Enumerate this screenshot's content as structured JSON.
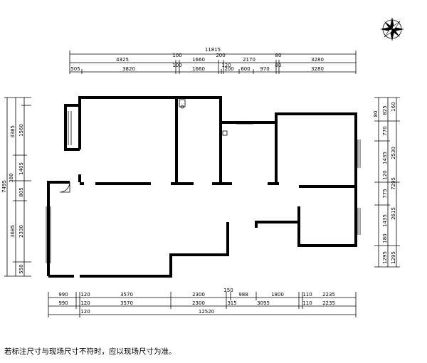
{
  "top_dims": {
    "total": "11815",
    "row1": [
      "4325",
      "100",
      "1660",
      "200",
      "2170",
      "80",
      "3280"
    ],
    "row2": [
      "505",
      "3820",
      "100",
      "1660",
      "120",
      "200",
      "600",
      "970",
      "80",
      "3280"
    ]
  },
  "bottom_dims": {
    "row1": [
      "990",
      "120",
      "3570",
      "2300",
      "150",
      "988",
      "1800",
      "110",
      "2235"
    ],
    "row2": [
      "990",
      "120",
      "3570",
      "2300",
      "315",
      "3095",
      "110",
      "2235"
    ],
    "row3": [
      "120",
      "12520"
    ]
  },
  "left_dims": {
    "total": "7495",
    "row1": [
      "3385",
      "1405",
      "805",
      "2330",
      "380"
    ],
    "row2": [
      "1560",
      "3685",
      "550"
    ]
  },
  "right_dims": {
    "total": "7295",
    "row1": [
      "80",
      "825",
      "770",
      "1435",
      "120",
      "775",
      "1435",
      "180",
      "1295"
    ],
    "row2": [
      "160",
      "2530",
      "2615",
      "1295"
    ]
  },
  "note": "若标注尺寸与现场尺寸不符时，应以现场尺寸为准。",
  "icons": {
    "compass": "north-arrow-compass-icon"
  }
}
